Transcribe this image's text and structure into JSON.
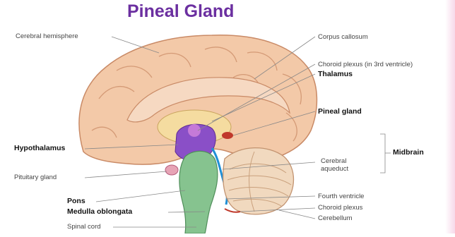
{
  "title": "Pineal Gland",
  "colors": {
    "title": "#6b2fa0",
    "cerebrum": "#f3c9a8",
    "thalamus": "#f5dca0",
    "hypothalamus": "#8a4fc7",
    "brainstem": "#86c38f",
    "cerebellum": "#f1d9bf",
    "ventricle": "#1f8fd6",
    "red_structures": "#c0392b"
  },
  "labels": {
    "cerebral_hemisphere": "Cerebral hemisphere",
    "corpus_callosum": "Corpus callosum",
    "choroid_plexus_3rd": "Choroid plexus (in 3rd ventricle)",
    "thalamus": "Thalamus",
    "pineal_gland": "Pineal gland",
    "hypothalamus": "Hypothalamus",
    "pituitary_gland": "Pituitary gland",
    "cerebral_aqueduct": "Cerebral aqueduct",
    "midbrain": "Midbrain",
    "pons": "Pons",
    "medulla_oblongata": "Medulla oblongata",
    "spinal_cord": "Spinal cord",
    "fourth_ventricle": "Fourth ventricle",
    "choroid_plexus": "Choroid plexus",
    "cerebellum": "Cerebellum"
  }
}
